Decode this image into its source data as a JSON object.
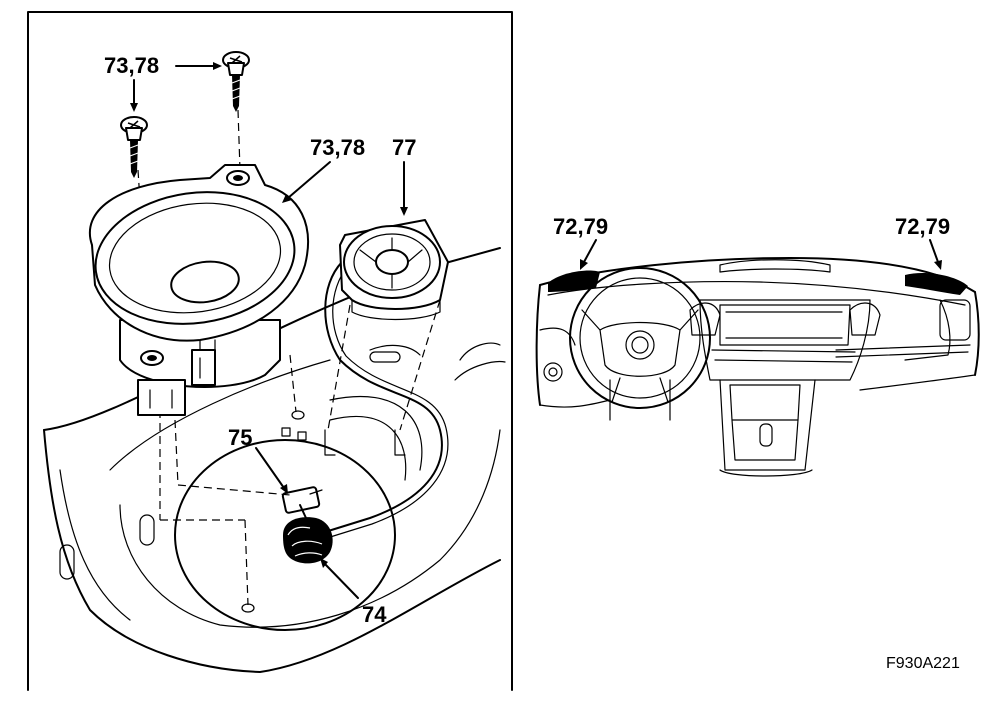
{
  "callouts": {
    "screws_top": "73,78",
    "speaker_frame": "73,78",
    "tweeter": "77",
    "connector": "75",
    "grommet": "74",
    "dash_left": "72,79",
    "dash_right": "72,79"
  },
  "figure_reference": "F930A221"
}
